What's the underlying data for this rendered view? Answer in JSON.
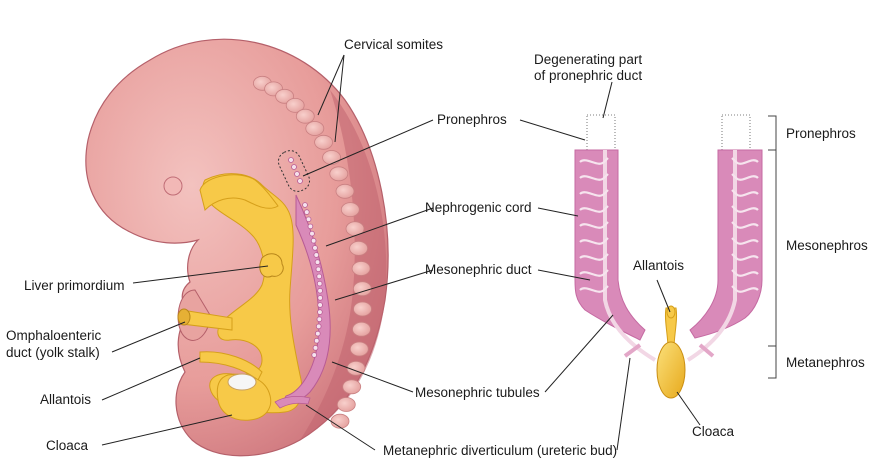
{
  "labels": {
    "cervical_somites": "Cervical somites",
    "degenerating_1": "Degenerating part",
    "degenerating_2": "of pronephric duct",
    "pronephros": "Pronephros",
    "nephrogenic_cord": "Nephrogenic cord",
    "mesonephric_duct": "Mesonephric duct",
    "liver_primordium": "Liver primordium",
    "omphaloenteric_1": "Omphaloenteric",
    "omphaloenteric_2": "duct (yolk stalk)",
    "allantois_left": "Allantois",
    "cloaca_left": "Cloaca",
    "mesonephric_tubules": "Mesonephric tubules",
    "metanephric_diverticulum": "Metanephric diverticulum (ureteric bud)",
    "allantois_right": "Allantois",
    "cloaca_right": "Cloaca",
    "region_pronephros": "Pronephros",
    "region_mesonephros": "Mesonephros",
    "region_metanephros": "Metanephros"
  },
  "colors": {
    "embryo_body": "#e8a3a0",
    "embryo_shadow": "#c9717a",
    "somite": "#f3bcb8",
    "gut_yellow": "#f7c948",
    "kidney_pink": "#d98ab9",
    "kidney_outline": "#c56aa2",
    "tubule": "#f6e4ee"
  }
}
